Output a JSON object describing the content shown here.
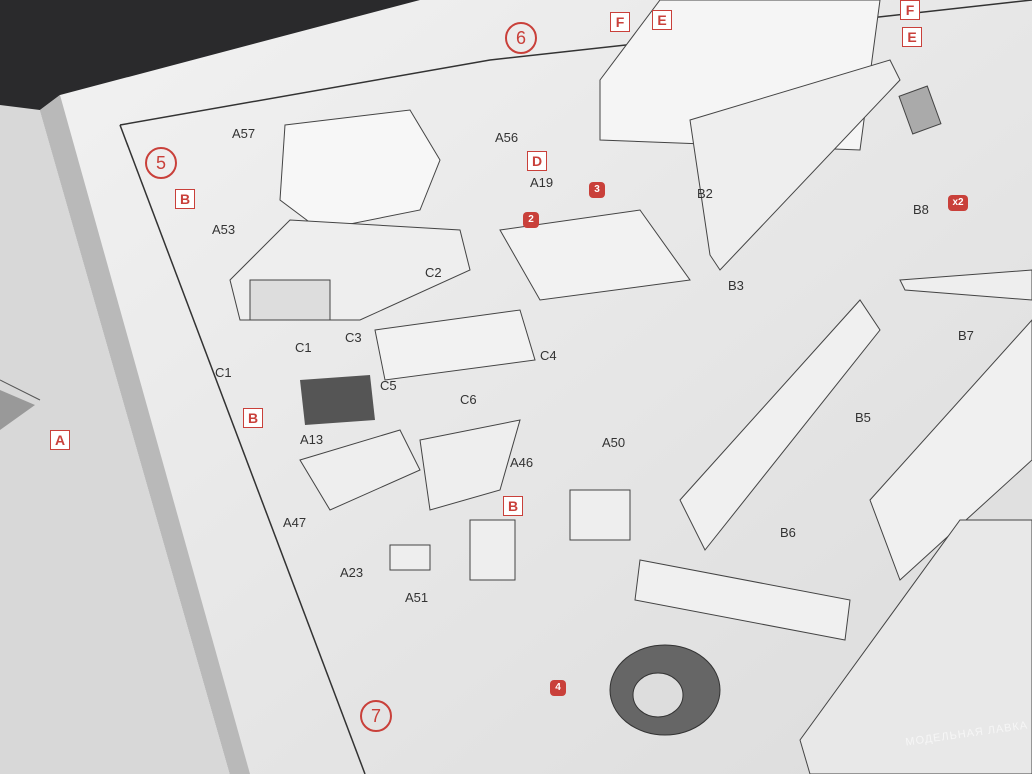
{
  "steps": [
    "5",
    "6",
    "7"
  ],
  "part_labels": [
    "A57",
    "A56",
    "A19",
    "A53",
    "C1",
    "C1",
    "C3",
    "C2",
    "C4",
    "C5",
    "C6",
    "A13",
    "A46",
    "A47",
    "A50",
    "A23",
    "A51",
    "B2",
    "B3",
    "B8",
    "B7",
    "B5",
    "B6"
  ],
  "ref_boxes": [
    "B",
    "D",
    "B",
    "B",
    "A",
    "F",
    "E",
    "F",
    "E"
  ],
  "callouts": [
    "2",
    "3",
    "4"
  ],
  "multiplier": "x2",
  "watermark": "МОДЕЛЬНАЯ ЛАВКА"
}
